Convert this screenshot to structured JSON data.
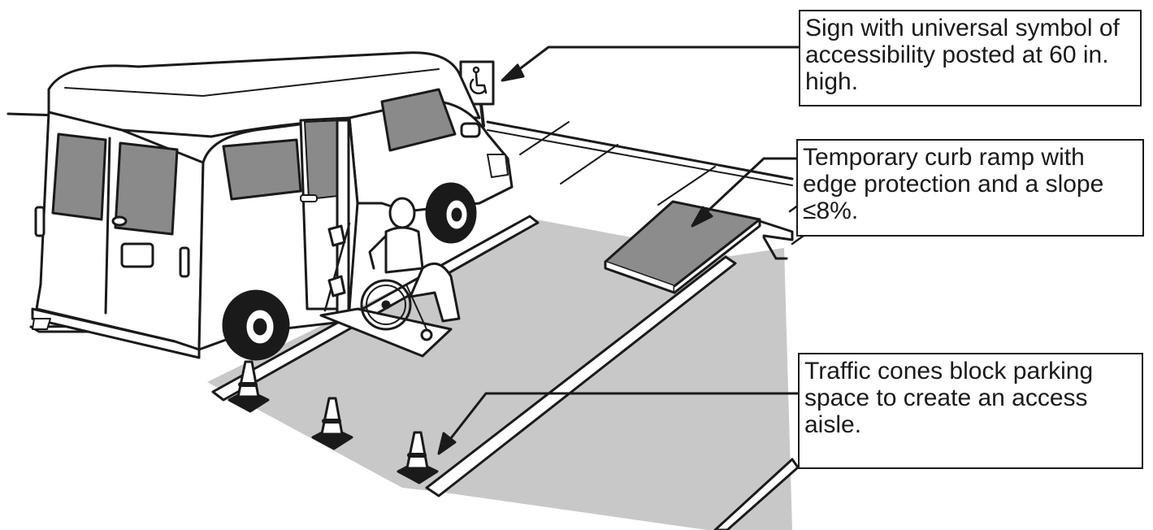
{
  "callouts": {
    "sign": "Sign with universal symbol of accessibility posted at 60 in. high.",
    "ramp": "Temporary curb ramp with edge protection and a slope ≤8%.",
    "cones": "Traffic cones block parking space to create an access aisle."
  },
  "colors": {
    "ink": "#1a1a1a",
    "aisle_fill": "#c8c8c8",
    "window_fill": "#8a8a8a",
    "ramp_fill": "#8c8c8c",
    "paper": "#ffffff"
  },
  "icons": {
    "sign_symbol": "accessibility-icon"
  }
}
